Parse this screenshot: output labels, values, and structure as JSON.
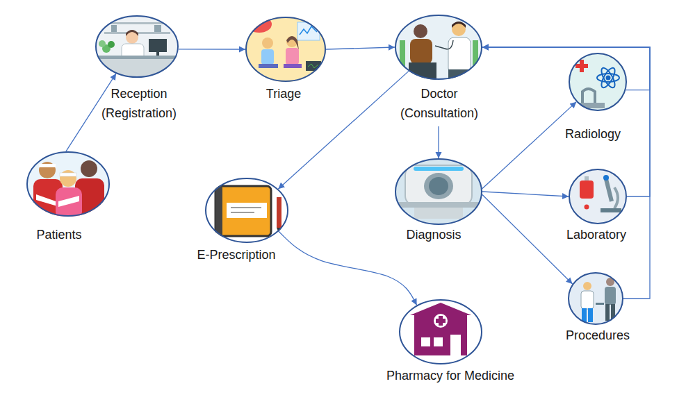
{
  "diagram": {
    "nodes": [
      {
        "text": [
          "Reception (Registration)"
        ]
      },
      {
        "text": [
          "Triage"
        ]
      },
      {
        "text": [
          "Doctor (Consultation)"
        ]
      },
      {
        "text": [
          "Radiology"
        ]
      },
      {
        "text": [
          "Patients"
        ]
      },
      {
        "text": [
          "Diagnosis"
        ]
      },
      {
        "text": [
          "Laboratory"
        ]
      },
      {
        "text": [
          "E-Prescription"
        ]
      },
      {
        "text": [
          "Procedures"
        ]
      },
      {
        "text": [
          "Pharmacy for Medicine"
        ]
      }
    ],
    "edges": [
      {
        "from": 4,
        "to": 0,
        "arrow": "to"
      },
      {
        "from": 0,
        "to": 1,
        "arrow": "to"
      },
      {
        "from": 1,
        "to": 2,
        "arrow": "to"
      },
      {
        "from": 2,
        "to": 7,
        "arrow": "to"
      },
      {
        "from": 2,
        "to": 5,
        "arrow": "to"
      },
      {
        "from": 5,
        "to": 3,
        "arrow": "to"
      },
      {
        "from": 5,
        "to": 6,
        "arrow": "to"
      },
      {
        "from": 5,
        "to": 8,
        "arrow": "to"
      },
      {
        "from": 3,
        "to": 2,
        "arrow": "to"
      },
      {
        "from": 6,
        "to": 2,
        "arrow": "to"
      },
      {
        "from": 8,
        "to": 2,
        "arrow": "to"
      },
      {
        "from": 7,
        "to": 9,
        "arrow": "to"
      }
    ]
  }
}
